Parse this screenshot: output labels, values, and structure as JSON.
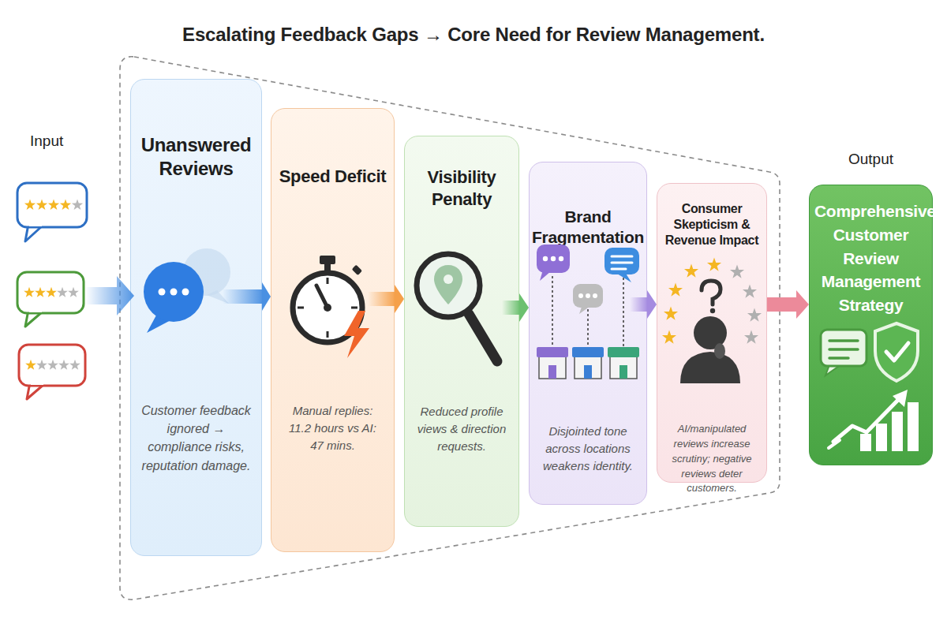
{
  "diagram": {
    "title": "Escalating Feedback Gaps → Core Need for Review Management.",
    "nodes": [
      {
        "text": [
          "Unanswered Reviews",
          "Customer feedback ignored → compliance risks, reputation damage."
        ]
      },
      {
        "text": [
          "Speed Deficit",
          "Manual replies: 11.2 hours vs AI: 47 mins."
        ]
      },
      {
        "text": [
          "Visibility Penalty",
          "Reduced profile views & direction requests."
        ]
      },
      {
        "text": [
          "Brand Fragmentation",
          "Disjointed tone across locations weakens identity."
        ]
      },
      {
        "text": [
          "Consumer Skepticism & Revenue Impact",
          "AI/manipulated reviews increase scrutiny; negative reviews deter customers."
        ]
      },
      {
        "text": [
          "Output",
          "Comprehensive Customer Review Management Strategy"
        ]
      }
    ],
    "edges": [
      {
        "from": 0,
        "to": 1,
        "arrow": "to"
      },
      {
        "from": 1,
        "to": 2,
        "arrow": "to"
      },
      {
        "from": 2,
        "to": 3,
        "arrow": "to"
      },
      {
        "from": 3,
        "to": 4,
        "arrow": "to"
      },
      {
        "from": 4,
        "to": 5,
        "arrow": "to"
      }
    ],
    "labels": [
      "Input"
    ]
  }
}
